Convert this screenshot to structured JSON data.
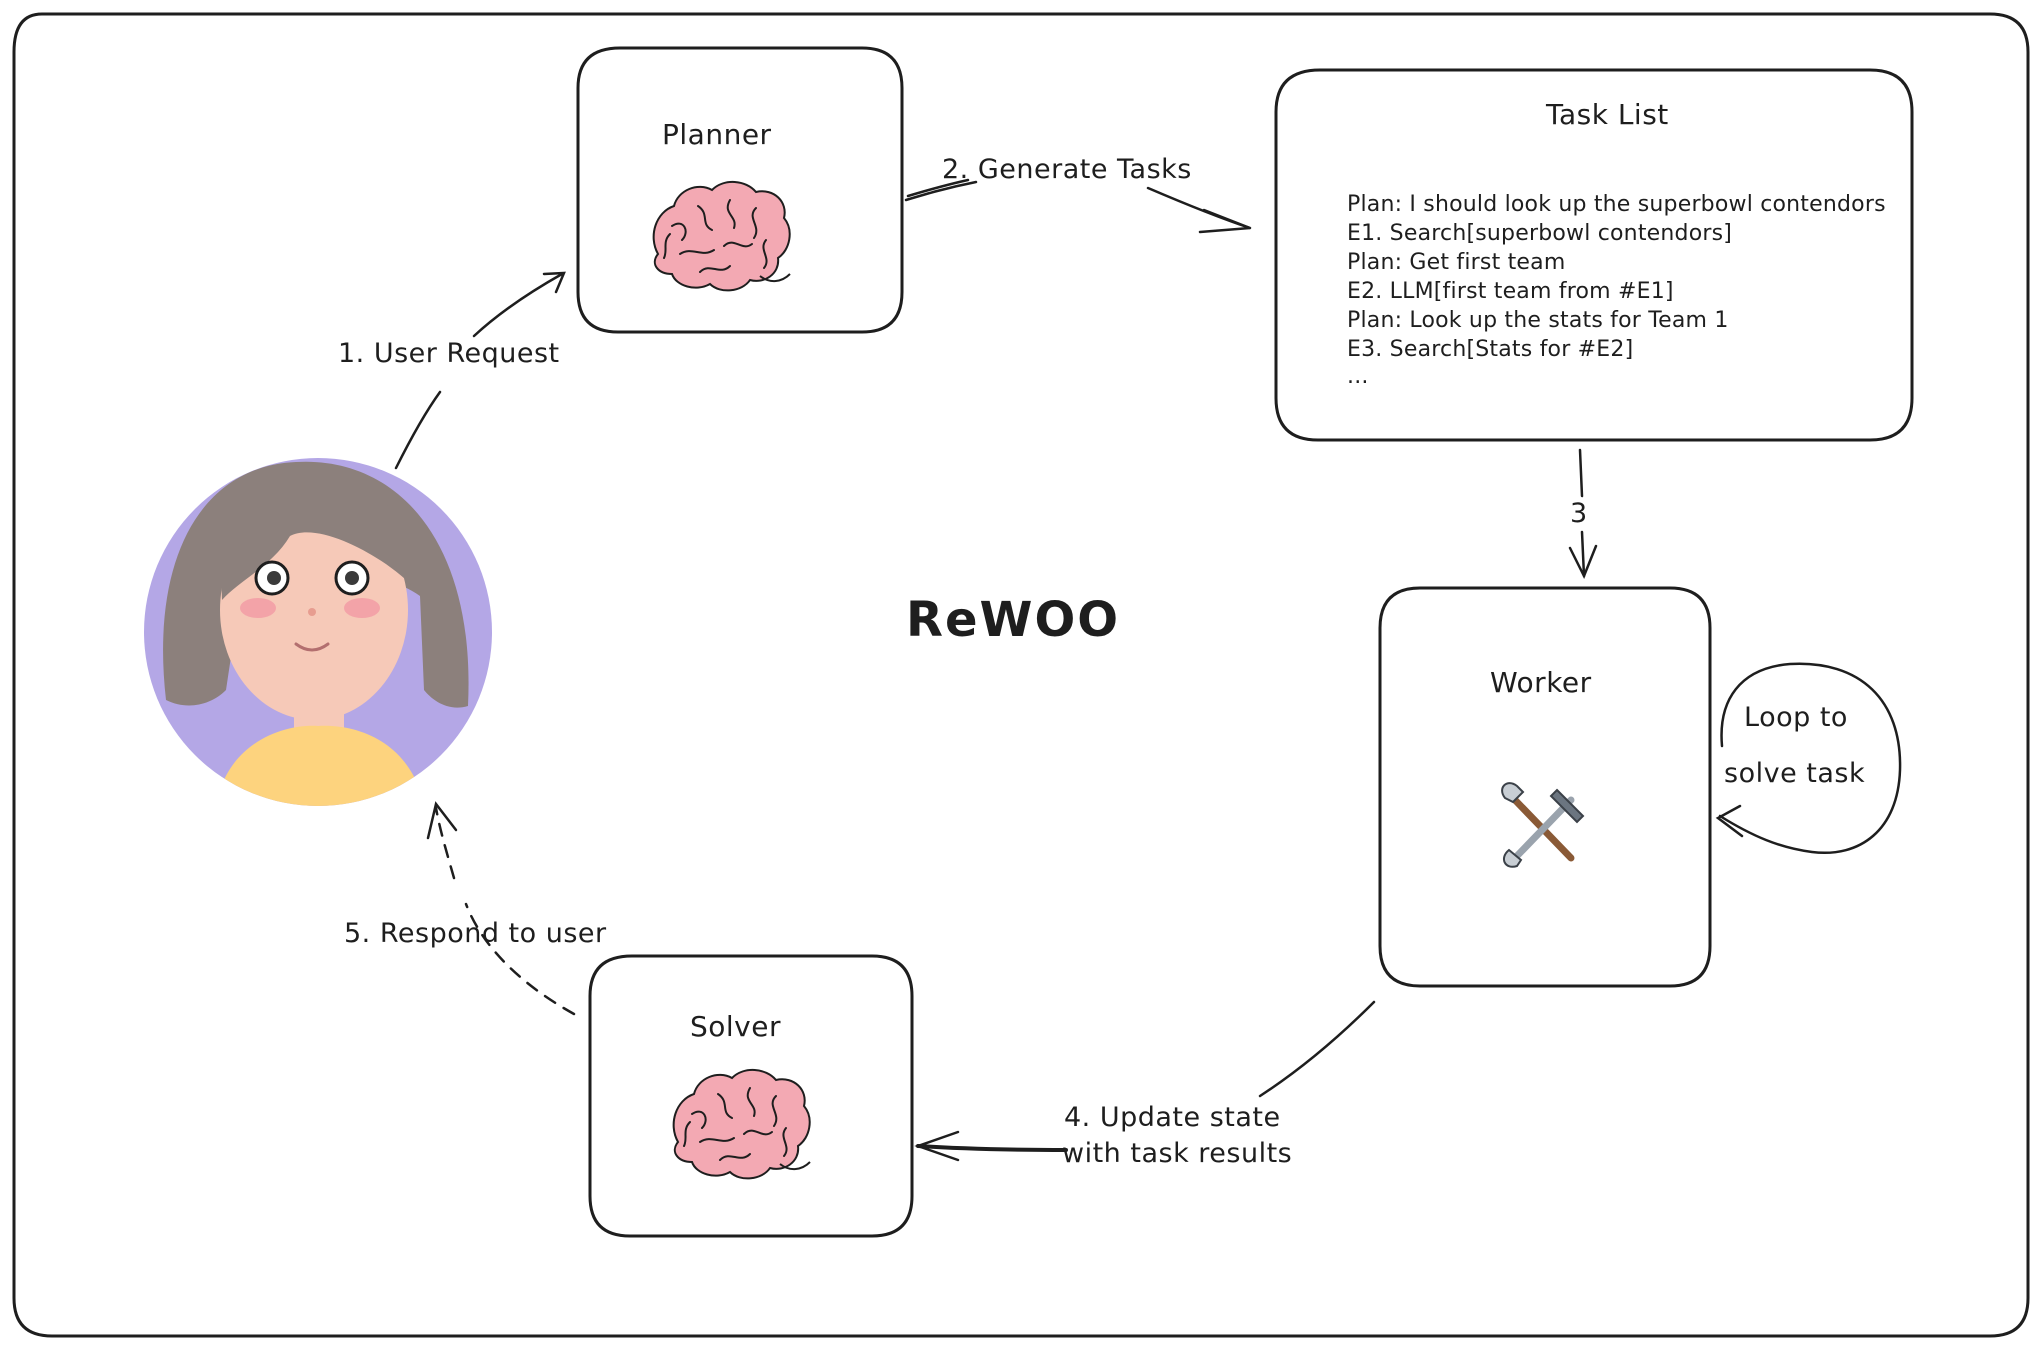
{
  "title": "ReWOO",
  "nodes": {
    "planner": {
      "label": "Planner",
      "icon": "brain-icon"
    },
    "task_list": {
      "label": "Task List",
      "lines": [
        "Plan: I should look up the superbowl contendors",
        "E1. Search[superbowl contendors]",
        "Plan: Get first team",
        "E2. LLM[first team from #E1]",
        "Plan: Look up the stats for Team 1",
        "E3. Search[Stats for #E2]",
        "..."
      ]
    },
    "worker": {
      "label": "Worker",
      "icon": "hammer-and-wrench-icon"
    },
    "solver": {
      "label": "Solver",
      "icon": "brain-icon"
    },
    "user": {
      "icon": "user-avatar-icon"
    }
  },
  "edges": {
    "user_request": "1. User Request",
    "generate_tasks": "2. Generate Tasks",
    "step3": "3",
    "update_state_line1": "4. Update state",
    "update_state_line2": "with task results",
    "respond": "5. Respond to user",
    "loop_line1": "Loop to",
    "loop_line2": "solve task"
  },
  "colors": {
    "stroke": "#1e1e1e",
    "avatar_bg": "#b4a7e6",
    "hair": "#8c807c",
    "skin": "#f6c9b8",
    "shirt": "#fdd37e",
    "brain": "#f3a9b3"
  }
}
